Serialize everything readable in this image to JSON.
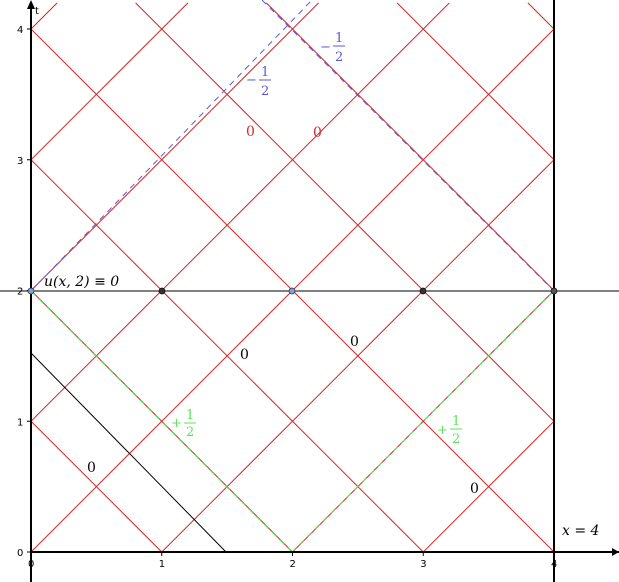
{
  "axes": {
    "x_axis_label": "",
    "y_axis_label": "t",
    "x_ticks": [
      "0",
      "1",
      "2",
      "3",
      "4"
    ],
    "y_ticks": [
      "0",
      "1",
      "2",
      "3",
      "4"
    ]
  },
  "annotations": {
    "initial_condition": "u(x, 2) ≡ 0",
    "boundary": "x = 4"
  },
  "region_values": {
    "zero_bottom_left": "0",
    "zero_mid_left": "0",
    "zero_mid_right": "0",
    "zero_bottom_right": "0",
    "zero_top_left": "0",
    "zero_top_right": "0"
  },
  "fractions": {
    "plus_left": {
      "sign": "+",
      "num": "1",
      "den": "2"
    },
    "plus_right": {
      "sign": "+",
      "num": "1",
      "den": "2"
    },
    "minus_left": {
      "sign": "−",
      "num": "1",
      "den": "2"
    },
    "minus_right": {
      "sign": "−",
      "num": "1",
      "den": "2"
    }
  },
  "colors": {
    "grid_lines": "#d62728",
    "plus_dashed": "#5fe05f",
    "minus_dashed": "#5a5ad6",
    "axis": "#000000",
    "point_blue": "#7f9fdf",
    "point_dark": "#333333"
  }
}
